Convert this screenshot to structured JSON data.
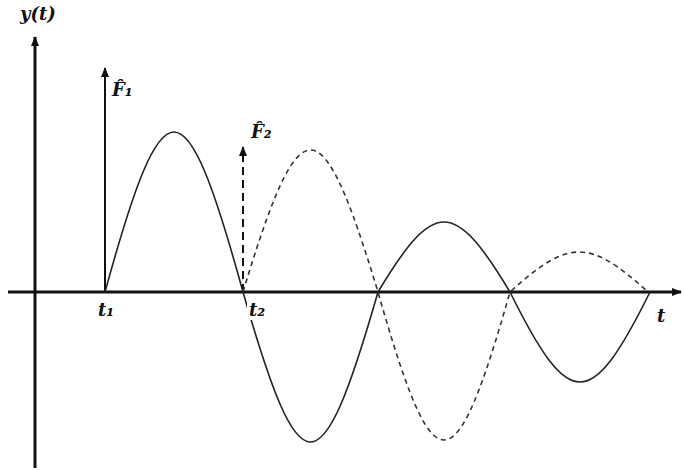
{
  "diagram": {
    "labels": [
      "y(t)",
      "F̂₁",
      "F̂₂",
      "t₁",
      "t₂",
      "t"
    ]
  }
}
